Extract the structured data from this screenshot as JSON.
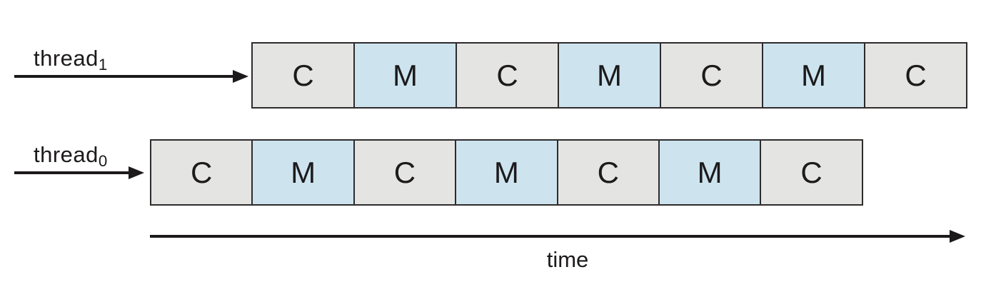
{
  "threads": [
    {
      "name": "thread",
      "subscript": "1",
      "blocks": [
        {
          "label": "C",
          "type": "compute"
        },
        {
          "label": "M",
          "type": "memory"
        },
        {
          "label": "C",
          "type": "compute"
        },
        {
          "label": "M",
          "type": "memory"
        },
        {
          "label": "C",
          "type": "compute"
        },
        {
          "label": "M",
          "type": "memory"
        },
        {
          "label": "C",
          "type": "compute"
        }
      ]
    },
    {
      "name": "thread",
      "subscript": "0",
      "blocks": [
        {
          "label": "C",
          "type": "compute"
        },
        {
          "label": "M",
          "type": "memory"
        },
        {
          "label": "C",
          "type": "compute"
        },
        {
          "label": "M",
          "type": "memory"
        },
        {
          "label": "C",
          "type": "compute"
        },
        {
          "label": "M",
          "type": "memory"
        },
        {
          "label": "C",
          "type": "compute"
        }
      ]
    }
  ],
  "time_label": "time",
  "colors": {
    "compute": "#e4e4e2",
    "memory": "#cde4ef",
    "border": "#2e2b2c",
    "ink": "#1c1a1b"
  }
}
